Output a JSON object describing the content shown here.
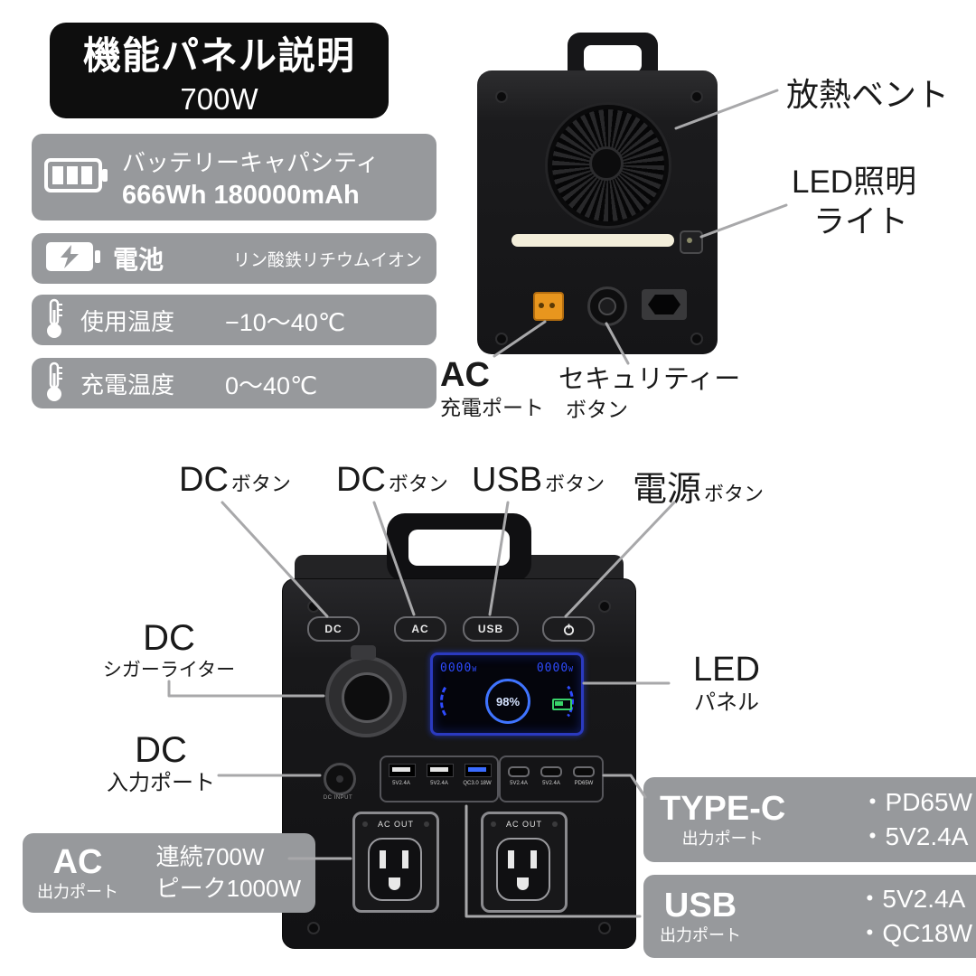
{
  "title": {
    "line1": "機能パネル説明",
    "line2": "700W"
  },
  "specs": {
    "capacity": {
      "line1": "バッテリーキャパシティ",
      "line2": "666Wh 180000mAh"
    },
    "battery": {
      "label": "電池",
      "value": "リン酸鉄リチウムイオン"
    },
    "use_temp": {
      "label": "使用温度",
      "value": "−10〜40℃"
    },
    "charge_temp": {
      "label": "充電温度",
      "value": "0〜40℃"
    }
  },
  "back_view": {
    "vent_label": "放熱ベント",
    "led_label_line1": "LED照明",
    "led_label_line2": "ライト",
    "ac_charge_main": "AC",
    "ac_charge_sub": "充電ポート",
    "security_line1": "セキュリティー",
    "security_line2": "ボタン"
  },
  "front_view": {
    "button_callouts": [
      {
        "main": "DC",
        "suffix": "ボタン"
      },
      {
        "main": "DC",
        "suffix": "ボタン"
      },
      {
        "main": "USB",
        "suffix": "ボタン"
      },
      {
        "main": "電源",
        "suffix": "ボタン"
      }
    ],
    "panel_buttons": {
      "dc": "DC",
      "ac": "AC",
      "usb": "USB"
    },
    "lcd": {
      "watts_left": "0000",
      "watts_right": "0000",
      "unit_left": "W",
      "unit_right": "W",
      "percent": "98%"
    },
    "dc_input_port_label": "DC INPUT",
    "usb_port_labels": [
      "5V2.4A",
      "5V2.4A",
      "QC3.0 18W"
    ],
    "typec_port_labels": [
      "5V2.4A",
      "5V2.4A",
      "PD65W"
    ],
    "ac_out_label": "AC OUT",
    "cig_label_main": "DC",
    "cig_label_sub": "シガーライター",
    "dcin_label_main": "DC",
    "dcin_label_sub": "入力ポート",
    "led_panel_main": "LED",
    "led_panel_sub": "パネル"
  },
  "badges": {
    "ac_out": {
      "title": "AC",
      "subtitle": "出力ポート",
      "line1": "連続700W",
      "line2": "ピーク1000W"
    },
    "typec": {
      "title": "TYPE-C",
      "subtitle": "出力ポート",
      "item1": "・PD65W",
      "item2": "・5V2.4A"
    },
    "usb": {
      "title": "USB",
      "subtitle": "出力ポート",
      "item1": "・5V2.4A",
      "item2": "・QC18W"
    }
  },
  "colors": {
    "badge_gray": "#97999c",
    "lcd_blue": "#2e4bff",
    "port_orange": "#e8961e",
    "callout_gray": "#a8a8aa"
  }
}
